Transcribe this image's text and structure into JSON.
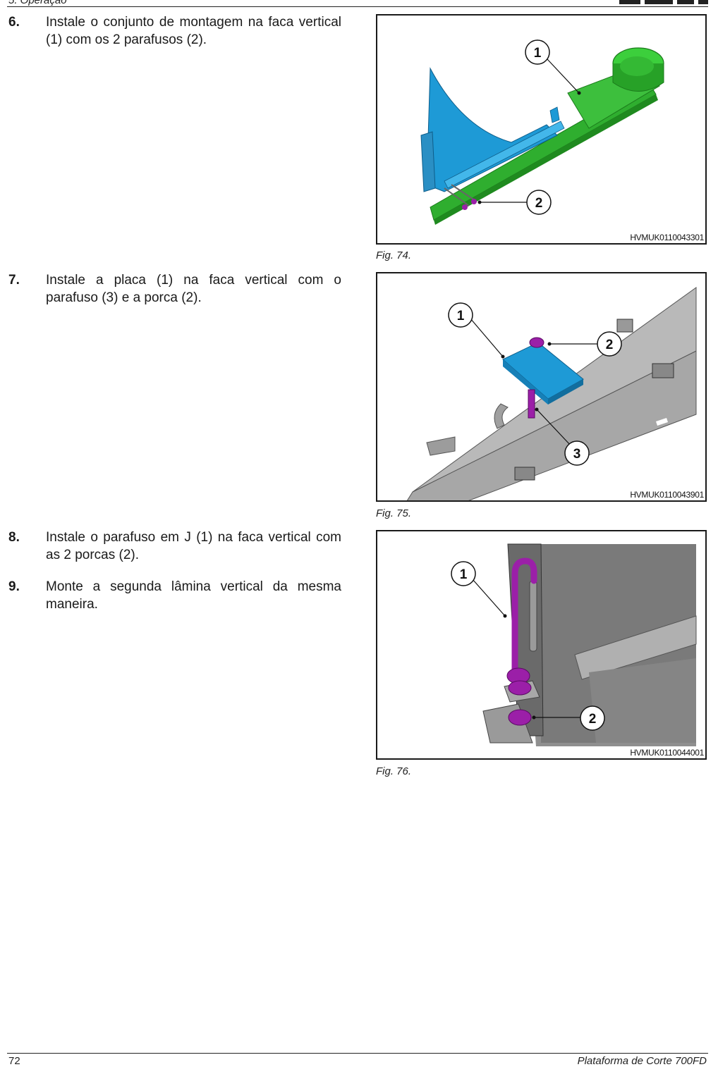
{
  "header": {
    "section": "5. Operação"
  },
  "footer": {
    "page_number": "72",
    "document_title": "Plataforma de Corte 700FD"
  },
  "steps": [
    {
      "number": "6.",
      "text": "Instale o conjunto de montagem na faca vertical (1) com os 2 parafusos (2)."
    },
    {
      "number": "7.",
      "text": "Instale a placa (1) na faca vertical com o parafuso (3) e a porca (2)."
    },
    {
      "number": "8.",
      "text": "Instale o parafuso em J (1) na faca vertical com as 2 porcas (2)."
    },
    {
      "number": "9.",
      "text": "Monte a segunda lâmina vertical da mesma maneira."
    }
  ],
  "figures": [
    {
      "caption": "Fig. 74.",
      "code": "HVMUK0110043301",
      "callouts": [
        "1",
        "2"
      ]
    },
    {
      "caption": "Fig. 75.",
      "code": "HVMUK0110043901",
      "callouts": [
        "1",
        "2",
        "3"
      ]
    },
    {
      "caption": "Fig. 76.",
      "code": "HVMUK0110044001",
      "callouts": [
        "1",
        "2"
      ]
    }
  ],
  "colors": {
    "mount_blue": "#1e9ad6",
    "knife_green": "#2fae2f",
    "fastener_purple": "#9b1fa8",
    "steel_gray": "#9a9a9a"
  }
}
